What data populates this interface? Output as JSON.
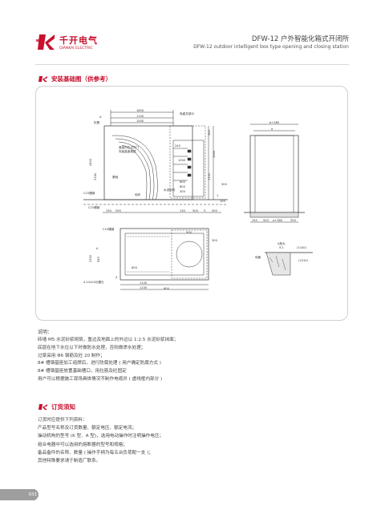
{
  "header": {
    "brand_cn": "千开电气",
    "brand_en": "QIANKAI ELECTRIC",
    "title": "DFW-12 户外智能化箱式开闭所",
    "subtitle": "DFW-12 outdoor intelligent box type opening and closing station"
  },
  "section_install": {
    "heading": "安装基础图（供参考）"
  },
  "drawing_labels": {
    "d1800": "1800",
    "d1100": "1100",
    "d1000": "1000",
    "d1000b": "1000",
    "elec_room": "电缆井部分",
    "view_a": "A",
    "pillar": "柱管",
    "cable_in": "盖板向左边开门",
    "cable_in2": "安装高度调整",
    "foundation": "基础",
    "kf240": "240",
    "d600": "600",
    "d800": "800",
    "d300": "300",
    "c10_channel": "C10槽钢",
    "c10_channel2": "C10槽钢",
    "level": "地坪",
    "floor": "水泥地坪",
    "d130": "130",
    "d500": "500",
    "d5": "5",
    "d500b": "500",
    "d1": "1",
    "d150": "150",
    "d590": "590",
    "d360": "360",
    "d1590": "1590",
    "d1700": "1700",
    "d2400": "2400",
    "d3150": "3150",
    "d100": "100",
    "d300b": "300",
    "c10_steel": "C10槽钢",
    "top_w": "b+380",
    "top_w2": "a",
    "top_w3": "a+380",
    "d150b": "150",
    "d500c": "500",
    "d2300": "2300",
    "d550": "550",
    "d1100b": "1100",
    "d1150": "1150",
    "hole_note": "4-12x20长腰孔",
    "label_a": "A",
    "label_4": "4",
    "d300c": "300",
    "d600c": "600",
    "detail_a": "A放大",
    "detail_ratio": "5:1",
    "d1100c": "(1100)",
    "d1010": "(1010)",
    "ground": "地面",
    "d550b": "550"
  },
  "notes": {
    "title": "说明：",
    "lines": [
      "砖墙 M5 水泥砂浆砌筑，重边及地面上的外边以 1:2.5 水泥砂浆抹面；",
      "底层在地下水位以下时做防水处理，否则做渗水处理；",
      "过梁采用 Φ6 钢筋及砼 20 制作；",
      "8# 槽钢基座加工组焊后，进行防腐处理 ( 用户确定防腐方式 )",
      "8# 槽钢基座放置基础槽口，用拉筋及砼固定",
      "用户可以根据施工现场具体情况不制作电缆井 ( 虚线框内部分 )"
    ]
  },
  "section_order": {
    "heading": "订货须知",
    "lines": [
      "订货时应提供下列资料：",
      "产品型号名称及订货数量、额定电压、额定电流；",
      "操动机构的型号 (K 型、A 型)，选用电动操作时注明操作电压；",
      "组合电器中可以选用的熔断器的型号和规格；",
      "备品备件的名称、数量 ( 操作手柄为每五台负荷配一支 )；",
      "其他特殊要求请于制造厂联系。"
    ]
  },
  "page": {
    "number": "031"
  },
  "colors": {
    "brand_red": "#c8102e",
    "tab_gray": "#9e9e9e"
  }
}
